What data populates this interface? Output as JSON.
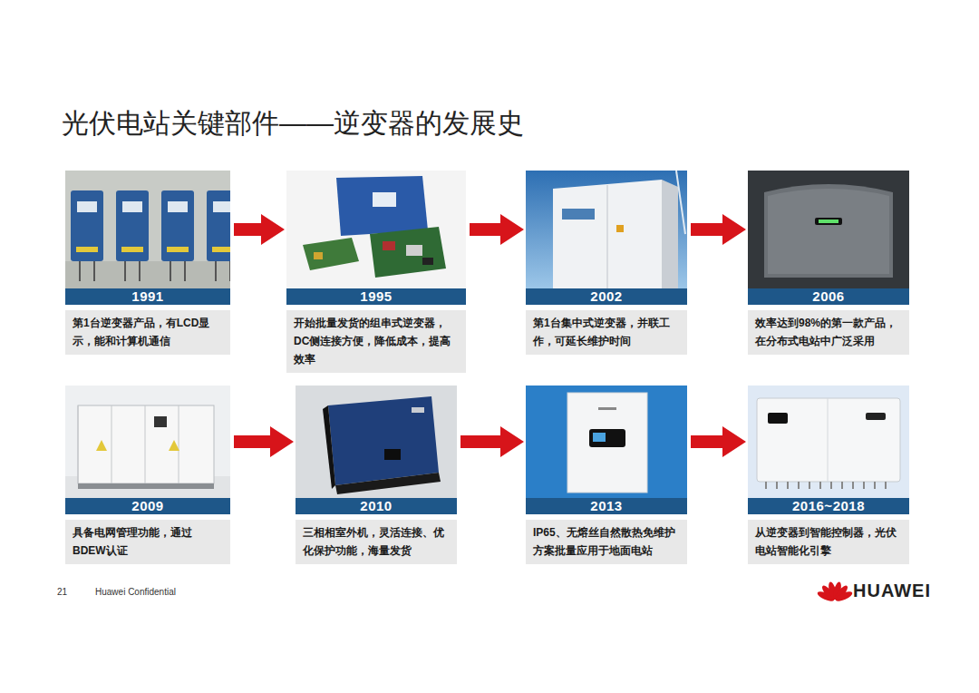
{
  "diagram": {
    "title": "光伏电站关键部件——逆变器的发展史",
    "nodes": [
      {
        "text": [
          "1991",
          "第1台逆变器产品，有LCD显示，能和计算机通信"
        ]
      },
      {
        "text": [
          "1995",
          "开始批量发货的组串式逆变器，DC侧连接方便，降低成本，提高效率"
        ]
      },
      {
        "text": [
          "2002",
          "第1台集中式逆变器，并联工作，可延长维护时间"
        ]
      },
      {
        "text": [
          "2006",
          "效率达到98%的第一款产品，在分布式电站中广泛采用"
        ]
      },
      {
        "text": [
          "2009",
          "具备电网管理功能，通过BDEW认证"
        ]
      },
      {
        "text": [
          "2010",
          "三相相室外机，灵活连接、优化保护功能，海量发货"
        ]
      },
      {
        "text": [
          "2013",
          "IP65、无熔丝自然散热免维护方案批量应用于地面电站"
        ]
      },
      {
        "text": [
          "2016~2018",
          "从逆变器到智能控制器，光伏电站智能化引擎"
        ]
      }
    ],
    "edges": [
      {
        "from": 0,
        "to": 1,
        "arrow": "to"
      },
      {
        "from": 1,
        "to": 2,
        "arrow": "to"
      },
      {
        "from": 2,
        "to": 3,
        "arrow": "to"
      },
      {
        "from": 4,
        "to": 5,
        "arrow": "to"
      },
      {
        "from": 5,
        "to": 6,
        "arrow": "to"
      },
      {
        "from": 6,
        "to": 7,
        "arrow": "to"
      }
    ],
    "labels": [
      "21",
      "Huawei Confidential",
      "HUAWEI"
    ]
  }
}
